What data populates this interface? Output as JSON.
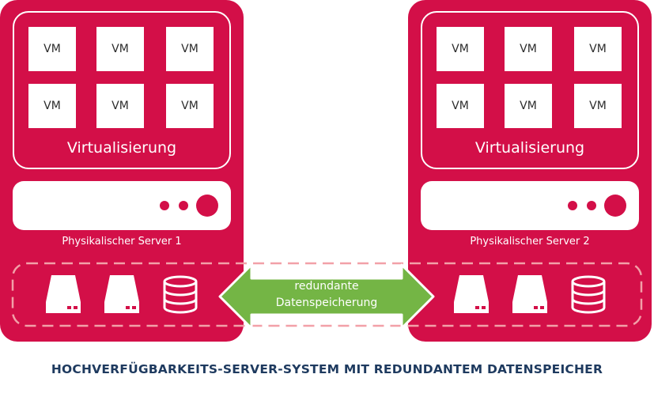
{
  "vm_label": "VM",
  "virtualization_label": "Virtualisierung",
  "servers": [
    {
      "label": "Physikalischer Server 1"
    },
    {
      "label": "Physikalischer Server 2"
    }
  ],
  "redundant_storage": {
    "line1": "redundante",
    "line2": "Datenspeicherung"
  },
  "caption": "HOCHVERFÜGBARKEITS-SERVER-SYSTEM MIT REDUNDANTEM DATENSPEICHER",
  "colors": {
    "server": "#d30f48",
    "arrow": "#74b545",
    "dashed_outline": "#f2a0a8",
    "caption": "#1e3a5f"
  }
}
